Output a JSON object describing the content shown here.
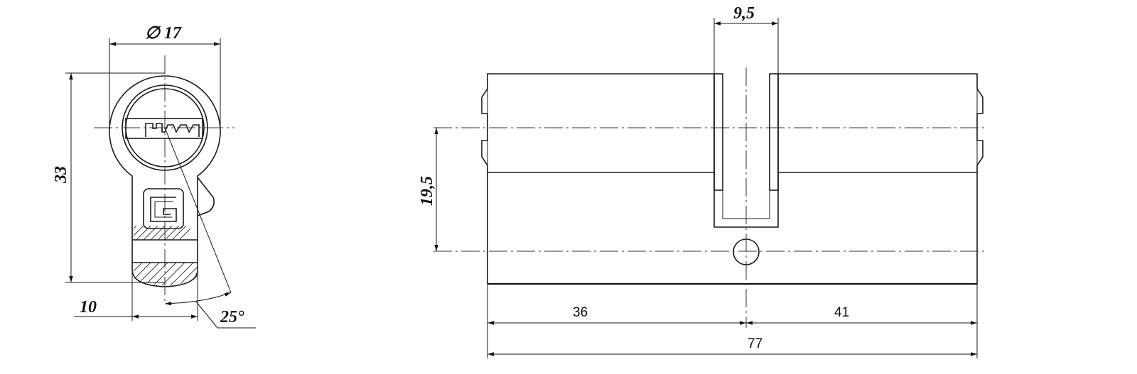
{
  "end_view": {
    "diameter_label": "∅ 17",
    "height_label": "33",
    "width_label": "10",
    "angle_label": "25°"
  },
  "side_view": {
    "cam_width_label": "9,5",
    "axis_offset_label": "19,5",
    "left_length_label": "36",
    "right_length_label": "41",
    "total_length_label": "77"
  }
}
